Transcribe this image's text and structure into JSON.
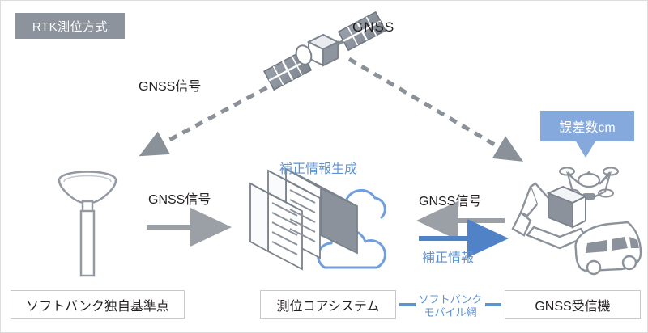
{
  "diagram": {
    "title_badge": "RTK測位方式",
    "satellite_label": "GNSS",
    "labels": {
      "gnss_signal_sat_to_base": "GNSS信号",
      "gnss_signal_base_to_core": "GNSS信号",
      "gnss_signal_recv_to_core": "GNSS信号",
      "correction_generate": "補正情報生成",
      "correction_info": "補正情報",
      "error_badge": "誤差数cm"
    },
    "footer": {
      "base_station": "ソフトバンク独自基準点",
      "core_system": "測位コアシステム",
      "mobile_network_line1": "ソフトバンク",
      "mobile_network_line2": "モバイル網",
      "receiver": "GNSS受信機"
    },
    "icons": {
      "satellite": "satellite-icon",
      "antenna": "base-station-antenna-icon",
      "server_cloud": "server-cloud-icon",
      "drone": "drone-icon",
      "excavator": "excavator-icon",
      "van": "van-icon"
    },
    "colors": {
      "badge_gray": "#8d939c",
      "accent_blue": "#5d93d1",
      "bubble_blue": "#85a9dc",
      "arrow_gray": "#9aa0a6",
      "outline_gray": "#8b929b",
      "text_dark": "#231f20",
      "box_border": "#c9c9c9",
      "page_border": "#dcdcdc"
    }
  }
}
